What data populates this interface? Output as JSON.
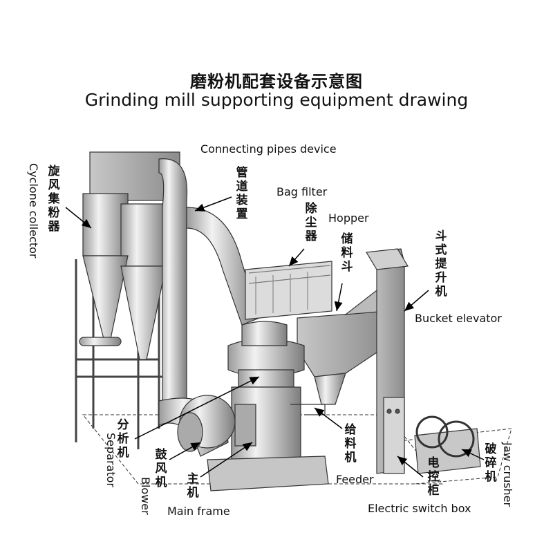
{
  "title": {
    "chinese": "磨粉机配套设备示意图",
    "english": "Grinding mill supporting equipment drawing"
  },
  "labels": {
    "connecting_pipes_en": "Connecting pipes device",
    "connecting_pipes_cn": "管道装置",
    "cyclone_en": "Cyclone  collector",
    "cyclone_cn": "旋风集粉器",
    "bag_filter_en": "Bag filter",
    "bag_filter_cn": "除尘器",
    "hopper_en": "Hopper",
    "hopper_cn": "储料斗",
    "bucket_elevator_en": "Bucket elevator",
    "bucket_elevator_cn": "斗式提升机",
    "separator_en": "Separator",
    "separator_cn": "分析机",
    "blower_en": "Blower",
    "blower_cn": "鼓风机",
    "main_frame_en": "Main frame",
    "main_frame_cn": "主机",
    "feeder_en": "Feeder",
    "feeder_cn": "给料机",
    "switch_box_en": "Electric switch box",
    "switch_box_cn": "电控柜",
    "jaw_crusher_en": "Jaw crusher",
    "jaw_crusher_cn": "破碎机"
  }
}
